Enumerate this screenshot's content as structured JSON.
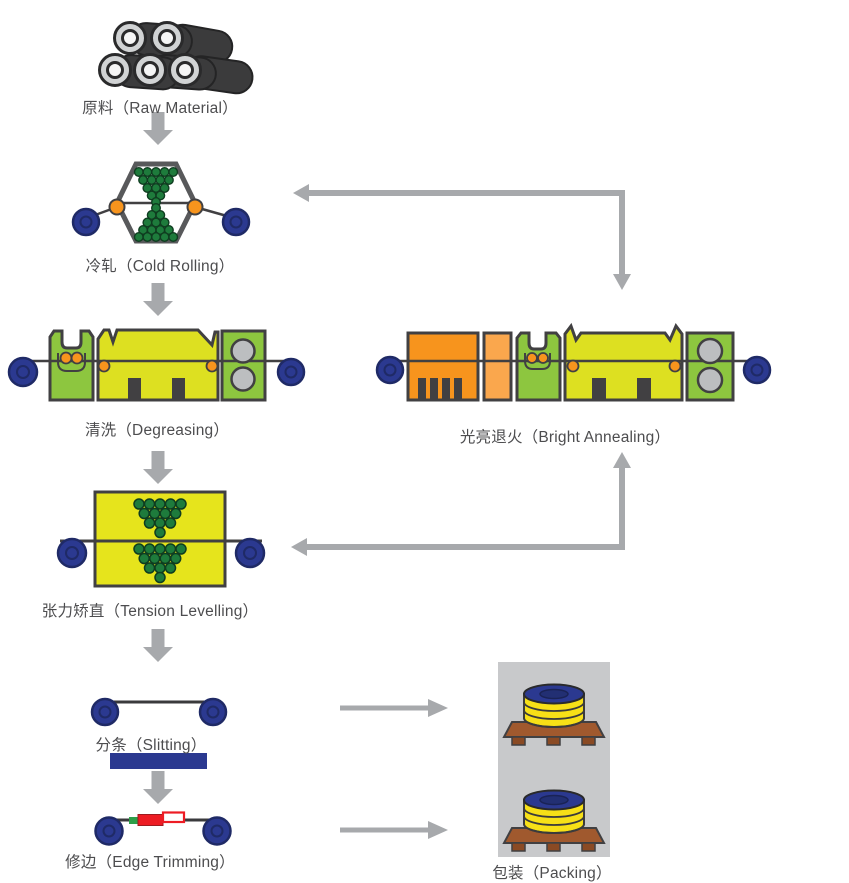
{
  "diagram": {
    "stages": {
      "raw_material": {
        "label": "原料（Raw Material）"
      },
      "cold_rolling": {
        "label": "冷轧（Cold Rolling）"
      },
      "degreasing": {
        "label": "清洗（Degreasing）"
      },
      "bright_annealing": {
        "label": "光亮退火（Bright Annealing）"
      },
      "tension_levelling": {
        "label": "张力矫直（Tension Levelling）"
      },
      "slitting": {
        "label": "分条（Slitting）"
      },
      "edge_trimming": {
        "label": "修边（Edge Trimming）"
      },
      "packing": {
        "label": "包装（Packing）"
      }
    },
    "connections": [
      {
        "from": "raw_material",
        "to": "cold_rolling",
        "type": "block-arrow-down"
      },
      {
        "from": "bright_annealing",
        "to": "cold_rolling",
        "type": "elbow-arrow",
        "bidirectional": true
      },
      {
        "from": "cold_rolling",
        "to": "degreasing",
        "type": "block-arrow-down"
      },
      {
        "from": "degreasing",
        "to": "tension_levelling",
        "type": "block-arrow-down"
      },
      {
        "from": "tension_levelling",
        "to": "bright_annealing",
        "type": "elbow-arrow",
        "bidirectional": true
      },
      {
        "from": "tension_levelling",
        "to": "slitting",
        "type": "block-arrow-down"
      },
      {
        "from": "slitting",
        "to": "edge_trimming",
        "type": "block-arrow-down"
      },
      {
        "from": "slitting",
        "to": "packing",
        "type": "arrow-right"
      },
      {
        "from": "edge_trimming",
        "to": "packing",
        "type": "arrow-right"
      }
    ],
    "colors": {
      "arrow_gray": "#a7a9ac",
      "outline_dark": "#414042",
      "machine_green": "#8dc63f",
      "machine_yellow": "#dde021",
      "tension_yellow": "#e6e41c",
      "furnace_orange": "#f7941d",
      "furnace_orange_light": "#faa74d",
      "roller_orange": "#f7941d",
      "coil_navy": "#2b3990",
      "work_roll_gray": "#bcbec0",
      "cluster_green": "#1e7b3c",
      "slitting_bar_navy": "#2b3990",
      "trim_red": "#ed1c24",
      "packing_bg_gray": "#c8c9cb",
      "pallet_brown": "#a0592e",
      "packed_coil_yellow": "#f7e017",
      "label_text": "#4d4d4f"
    }
  }
}
